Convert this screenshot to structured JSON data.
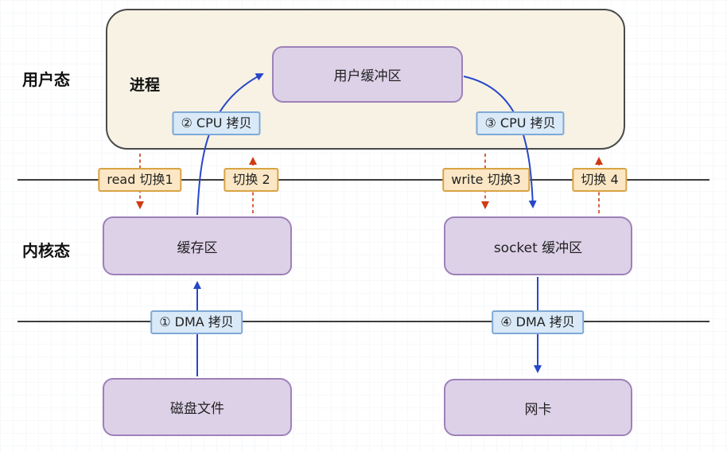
{
  "layers": {
    "user_mode": "用户态",
    "kernel_mode": "内核态"
  },
  "process": {
    "label": "进程"
  },
  "nodes": {
    "user_buffer": "用户缓冲区",
    "kernel_buffer": "缓存区",
    "socket_buffer": "socket 缓冲区",
    "disk_file": "磁盘文件",
    "nic": "网卡"
  },
  "copy_steps": {
    "cpu_copy_2": "② CPU 拷贝",
    "cpu_copy_3": "③ CPU 拷贝",
    "dma_copy_1": "① DMA 拷贝",
    "dma_copy_4": "④ DMA 拷贝"
  },
  "context_switches": {
    "switch_1": "read 切换1",
    "switch_2": "切换 2",
    "switch_3": "write 切换3",
    "switch_4": "切换 4"
  },
  "colors": {
    "beige_fill": "#f7f2e4",
    "outline": "#4a4a4a",
    "purple_fill": "#ddd1e8",
    "purple_border": "#9d81b8",
    "blue_chip_fill": "#d9e9f8",
    "blue_chip_border": "#7fa9d6",
    "orange_chip_fill": "#fbe7c5",
    "orange_chip_border": "#d9a343",
    "blue": "#2746c8",
    "red": "#cf3b14",
    "line": "#3d3d3d",
    "grid": "#f6f8fa",
    "text": "#1f1f1f"
  }
}
